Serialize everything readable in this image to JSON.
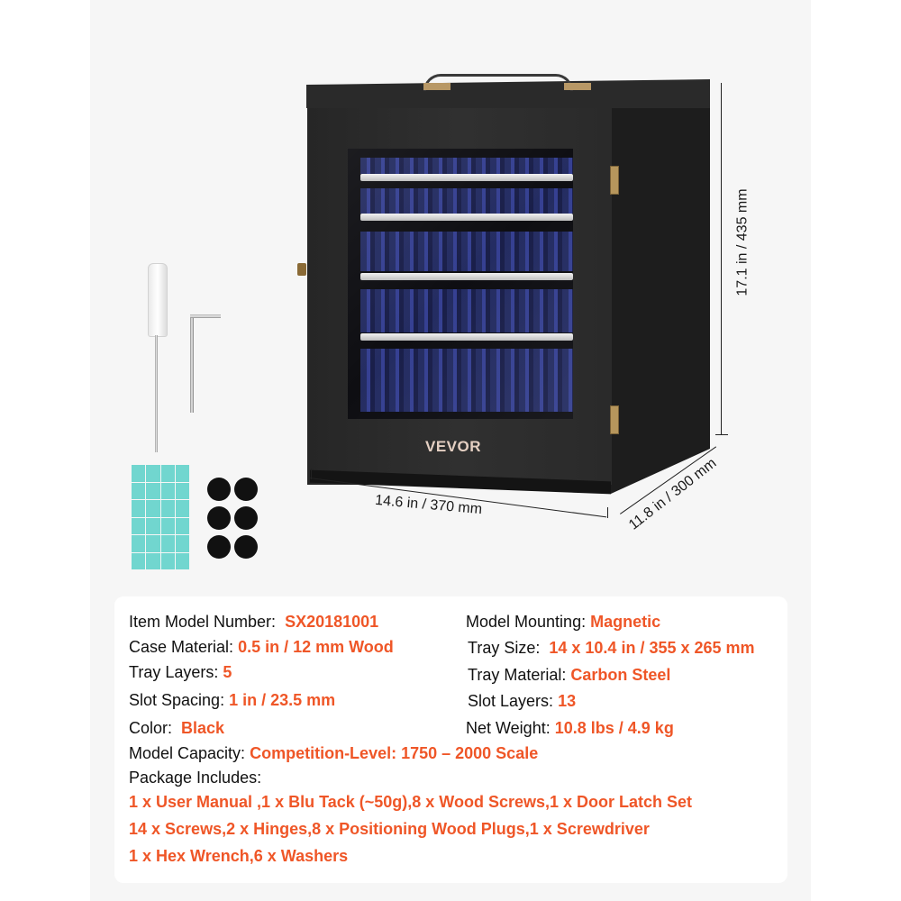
{
  "colors": {
    "accent": "#ef5627",
    "canvas": "#f6f6f6",
    "text": "#111111",
    "tack": "#71d6cf"
  },
  "product": {
    "brand": "VEVOR",
    "dimensions": {
      "width": "14.6 in / 370 mm",
      "depth": "11.8 in / 300 mm",
      "height": "17.1 in / 435 mm"
    },
    "accessories": [
      "screwdriver-icon",
      "hex-wrench-icon",
      "blu-tack-icon",
      "washers-icon"
    ]
  },
  "specs": {
    "left": [
      {
        "label": "Item Model Number:",
        "value": "SX20181001"
      },
      {
        "label": "Case Material:",
        "value": "0.5 in / 12 mm Wood"
      },
      {
        "label": "Tray Layers:",
        "value": "5"
      },
      {
        "label": "Slot Spacing:",
        "value": "1 in / 23.5 mm"
      },
      {
        "label": "Color:",
        "value": "Black"
      }
    ],
    "right": [
      {
        "label": "Model Mounting:",
        "value": "Magnetic"
      },
      {
        "label": "Tray Size:",
        "value": "14 x 10.4 in / 355 x 265 mm"
      },
      {
        "label": "Tray Material:",
        "value": "Carbon Steel"
      },
      {
        "label": "Slot Layers:",
        "value": "13"
      },
      {
        "label": "Net Weight:",
        "value": "10.8 lbs / 4.9 kg"
      }
    ],
    "capacity": {
      "label": "Model Capacity:",
      "value": "Competition-Level: 1750 – 2000 Scale"
    },
    "package": {
      "label": "Package Includes:",
      "lines": [
        "1 x User Manual ,1 x Blu Tack (~50g),8 x Wood Screws,1 x Door Latch Set",
        "14 x Screws,2 x Hinges,8 x Positioning Wood Plugs,1 x Screwdriver",
        "1 x Hex Wrench,6 x Washers"
      ]
    }
  }
}
